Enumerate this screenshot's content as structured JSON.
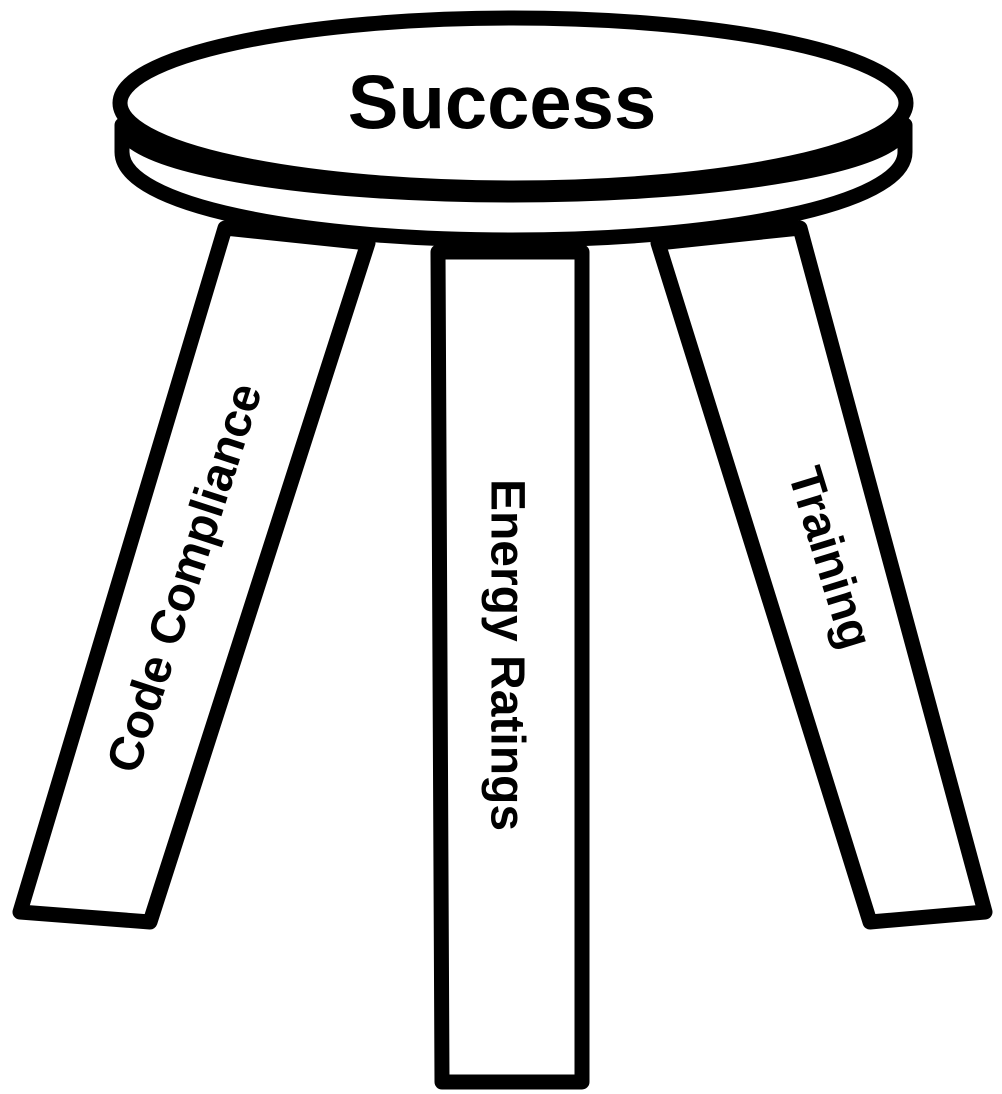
{
  "diagram": {
    "seat_label": "Success",
    "legs": [
      {
        "label": "Code Compliance"
      },
      {
        "label": "Energy Ratings"
      },
      {
        "label": "Training"
      }
    ]
  },
  "colors": {
    "stroke": "#000000",
    "fill": "#ffffff",
    "text": "#000000"
  }
}
